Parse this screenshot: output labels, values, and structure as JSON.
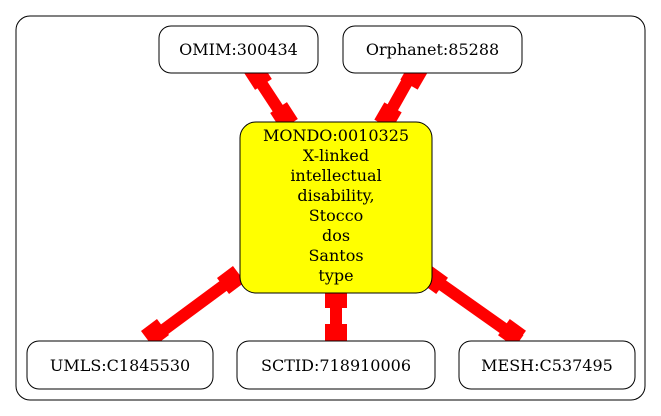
{
  "center_node": {
    "label_lines": [
      "MONDO:0010325",
      "X-linked",
      "intellectual",
      "disability,",
      "Stocco",
      "dos",
      "Santos",
      "type"
    ],
    "fill": "#ffff00"
  },
  "nodes": {
    "omim": "OMIM:300434",
    "orphanet": "Orphanet:85288",
    "umls": "UMLS:C1845530",
    "sctid": "SCTID:718910006",
    "mesh": "MESH:C537495"
  },
  "colors": {
    "edge": "#ff0000",
    "node_fill": "#ffffff",
    "border": "#000000"
  }
}
